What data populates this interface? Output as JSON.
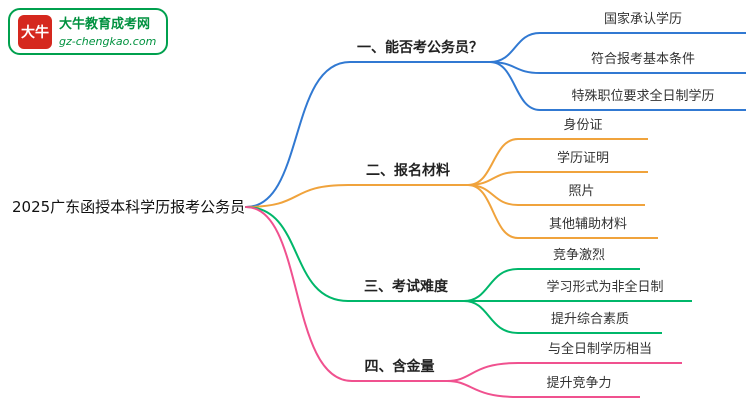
{
  "logo": {
    "icon_text": "大牛",
    "site_name": "大牛教育成考网",
    "site_url": "gz-chengkao.com"
  },
  "colors": {
    "branch1_blue": "#3179d2",
    "branch2_orange": "#f0a33c",
    "branch3_green": "#00b76a",
    "branch4_pink": "#f0518f",
    "logo_green": "#00913f",
    "logo_red": "#d5281e"
  },
  "mindmap": {
    "root": {
      "label": "2025广东函授本科学历报考公务员"
    },
    "branches": [
      {
        "label": "一、能否考公务员？",
        "children": [
          {
            "label": "国家承认学历"
          },
          {
            "label": "符合报考基本条件"
          },
          {
            "label": "特殊职位要求全日制学历"
          }
        ]
      },
      {
        "label": "二、报名材料",
        "children": [
          {
            "label": "身份证"
          },
          {
            "label": "学历证明"
          },
          {
            "label": "照片"
          },
          {
            "label": "其他辅助材料"
          }
        ]
      },
      {
        "label": "三、考试难度",
        "children": [
          {
            "label": "竞争激烈"
          },
          {
            "label": "学习形式为非全日制"
          },
          {
            "label": "提升综合素质"
          }
        ]
      },
      {
        "label": "四、含金量",
        "children": [
          {
            "label": "与全日制学历相当"
          },
          {
            "label": "提升竞争力"
          }
        ]
      }
    ]
  }
}
